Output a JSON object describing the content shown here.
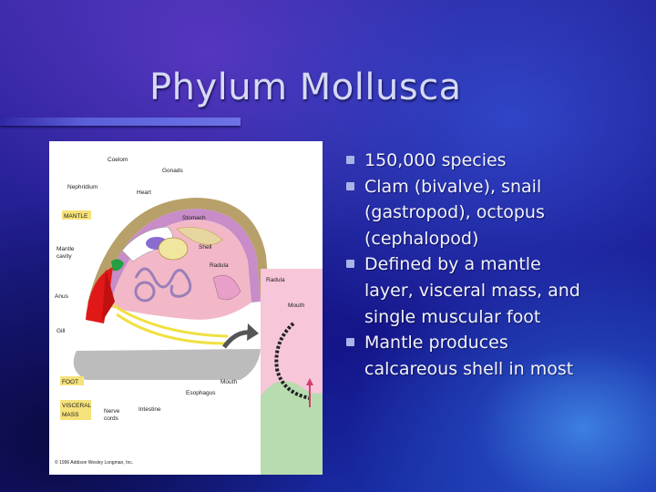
{
  "slide": {
    "title": "Phylum Mollusca"
  },
  "bullets": [
    {
      "lines": [
        "150,000 species"
      ]
    },
    {
      "lines": [
        "Clam (bivalve), snail",
        "(gastropod), octopus",
        "(cephalopod)"
      ]
    },
    {
      "lines": [
        "Defined by a mantle",
        "layer, visceral mass, and",
        "single muscular foot"
      ]
    },
    {
      "lines": [
        "Mantle produces",
        "calcareous shell in most"
      ]
    }
  ],
  "figure": {
    "labels": {
      "coelom": "Coelom",
      "gonads": "Gonads",
      "nephridium": "Nephridium",
      "heart": "Heart",
      "mantle": "MANTLE",
      "stomach": "Stomach",
      "mantle_cavity_1": "Mantle",
      "mantle_cavity_2": "cavity",
      "shell": "Shell",
      "radula": "Radula",
      "radula_zoom": "Radula",
      "anus": "Anus",
      "mouth_zoom": "Mouth",
      "gill": "Gill",
      "foot": "FOOT",
      "mouth": "Mouth",
      "esophagus": "Esophagus",
      "visceral_mass_1": "VISCERAL",
      "visceral_mass_2": "MASS",
      "nerve_cords_1": "Nerve",
      "nerve_cords_2": "cords",
      "intestine": "Intestine",
      "copyright": "© 1996 Addison Wesley Longman, Inc."
    },
    "colors": {
      "shell": "#b8a06a",
      "mantle": "#c88cc8",
      "visceral": "#f2b8c8",
      "foot": "#bcbcbc",
      "gill": "#e01818",
      "nerves": "#f0e040",
      "zoom_bg": "#f7c6d8",
      "zoom_foot": "#b8dcb0",
      "label_highlight": "#f6e27a"
    }
  }
}
